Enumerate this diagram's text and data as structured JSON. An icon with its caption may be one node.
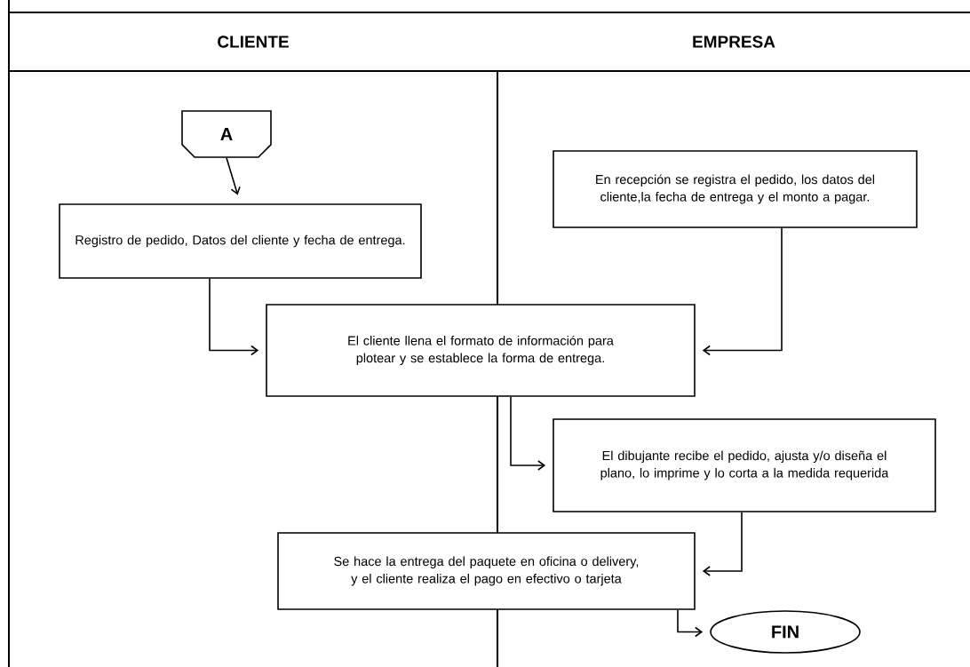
{
  "diagram": {
    "nodes": [
      {
        "text": [
          "CLIENTE"
        ]
      },
      {
        "text": [
          "EMPRESA"
        ]
      },
      {
        "text": [
          "A"
        ]
      },
      {
        "text": [
          "Registro de pedido, Datos del cliente  y fecha de entrega."
        ]
      },
      {
        "text": [
          "En recepción se registra el pedido, los datos del cliente,la fecha de entrega y el monto a pagar."
        ]
      },
      {
        "text": [
          "El cliente llena el formato de información para plotear y se establece la forma de entrega."
        ]
      },
      {
        "text": [
          "El dibujante recibe el pedido, ajusta y/o diseña el plano, lo imprime y lo corta a la medida requerida"
        ]
      },
      {
        "text": [
          "Se hace la entrega del paquete en oficina o delivery, y el cliente realiza el pago en efectivo o tarjeta"
        ]
      },
      {
        "text": [
          "FIN"
        ]
      }
    ],
    "edges": [
      {
        "from": 2,
        "to": 3,
        "arrow": "to"
      },
      {
        "from": 3,
        "to": 5,
        "arrow": "to"
      },
      {
        "from": 4,
        "to": 5,
        "arrow": "to"
      },
      {
        "from": 5,
        "to": 6,
        "arrow": "to"
      },
      {
        "from": 6,
        "to": 7,
        "arrow": "to"
      },
      {
        "from": 7,
        "to": 8,
        "arrow": "to"
      }
    ]
  }
}
